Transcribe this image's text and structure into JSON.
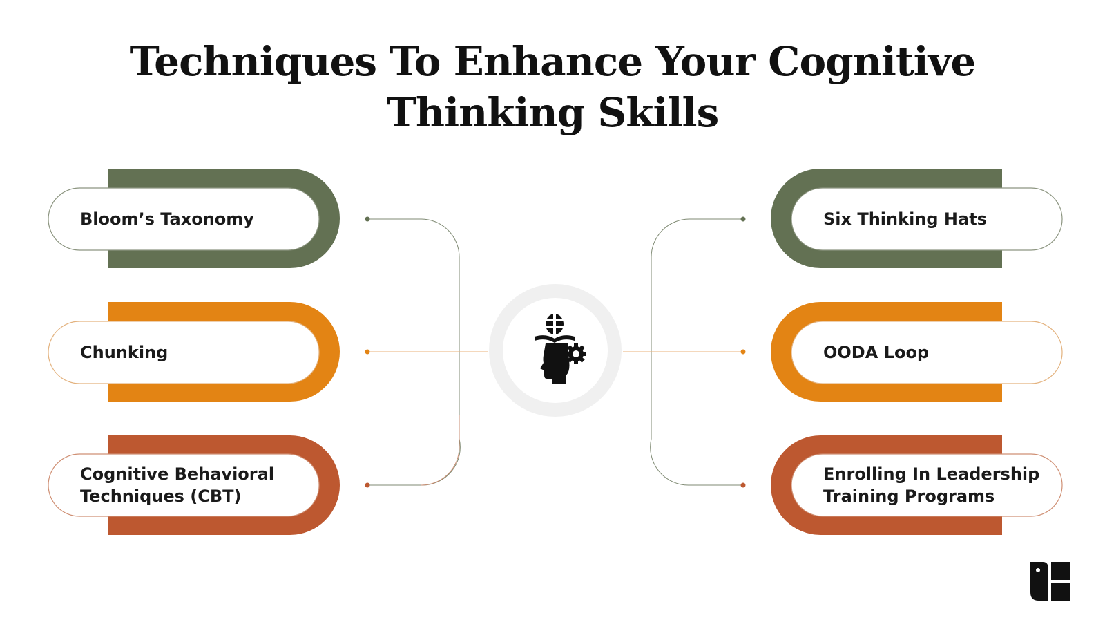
{
  "title": {
    "line1": "Techniques To Enhance Your Cognitive",
    "line2": "Thinking Skills"
  },
  "center_icon": "head-with-gears-and-book-icon",
  "logo_icon": "brand-logo-icon",
  "colors": {
    "green": "#637153",
    "orange": "#E38414",
    "rust": "#BD5830",
    "center_ring": "#F0F0F0",
    "connector": "#B9957A"
  },
  "techniques": {
    "left": [
      {
        "label": "Bloom’s Taxonomy",
        "color": "#637153"
      },
      {
        "label": "Chunking",
        "color": "#E38414"
      },
      {
        "label": "Cognitive Behavioral Techniques (CBT)",
        "color": "#BD5830"
      }
    ],
    "right": [
      {
        "label": "Six Thinking Hats",
        "color": "#637153"
      },
      {
        "label": "OODA Loop",
        "color": "#E38414"
      },
      {
        "label": "Enrolling In Leadership Training Programs",
        "color": "#BD5830"
      }
    ]
  }
}
